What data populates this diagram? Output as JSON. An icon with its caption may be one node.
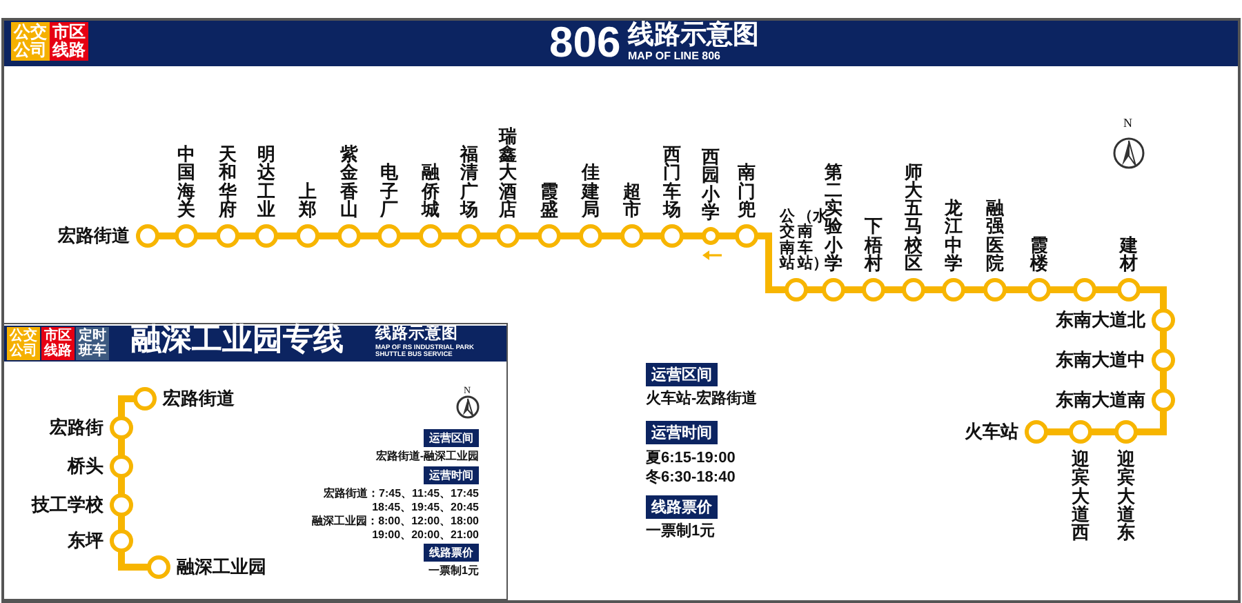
{
  "diagram": {
    "title": "806",
    "nodes": [
      {
        "text": [
          "宏路街道"
        ]
      },
      {
        "text": [
          "中国海关"
        ]
      },
      {
        "text": [
          "天和华府"
        ]
      },
      {
        "text": [
          "明达工业"
        ]
      },
      {
        "text": [
          "上郑"
        ]
      },
      {
        "text": [
          "紫金香山"
        ]
      },
      {
        "text": [
          "电子厂"
        ]
      },
      {
        "text": [
          "融侨城"
        ]
      },
      {
        "text": [
          "福清广场"
        ]
      },
      {
        "text": [
          "瑞鑫大酒店"
        ]
      },
      {
        "text": [
          "霞盛"
        ]
      },
      {
        "text": [
          "佳建局"
        ]
      },
      {
        "text": [
          "超市"
        ]
      },
      {
        "text": [
          "西门车场"
        ]
      },
      {
        "text": [
          "西园小学"
        ]
      },
      {
        "text": [
          "南门兜"
        ]
      },
      {
        "text": [
          "公交南站",
          "（水南车站）"
        ]
      },
      {
        "text": [
          "第二实验小学"
        ]
      },
      {
        "text": [
          "下梧村"
        ]
      },
      {
        "text": [
          "师大五马校区"
        ]
      },
      {
        "text": [
          "龙江中学"
        ]
      },
      {
        "text": [
          "融强医院"
        ]
      },
      {
        "text": [
          "霞楼"
        ]
      },
      {
        "text": [],
        "shape": "circle"
      },
      {
        "text": [
          "建材"
        ]
      },
      {
        "text": [
          "东南大道北"
        ]
      },
      {
        "text": [
          "东南大道中"
        ]
      },
      {
        "text": [
          "东南大道南"
        ]
      },
      {
        "text": [
          "迎宾大道东"
        ]
      },
      {
        "text": [
          "迎宾大道西"
        ]
      },
      {
        "text": [
          "火车站"
        ]
      },
      {
        "text": [
          "宏路街道"
        ]
      },
      {
        "text": [
          "宏路街"
        ]
      },
      {
        "text": [
          "桥头"
        ]
      },
      {
        "text": [
          "技工学校"
        ]
      },
      {
        "text": [
          "东坪"
        ]
      },
      {
        "text": [
          "融深工业园"
        ]
      }
    ],
    "edges": [
      {
        "from": 0,
        "to": 1,
        "arrow": "none"
      },
      {
        "from": 1,
        "to": 2,
        "arrow": "none"
      },
      {
        "from": 2,
        "to": 3,
        "arrow": "none"
      },
      {
        "from": 3,
        "to": 4,
        "arrow": "none"
      },
      {
        "from": 4,
        "to": 5,
        "arrow": "none"
      },
      {
        "from": 5,
        "to": 6,
        "arrow": "none"
      },
      {
        "from": 6,
        "to": 7,
        "arrow": "none"
      },
      {
        "from": 7,
        "to": 8,
        "arrow": "none"
      },
      {
        "from": 8,
        "to": 9,
        "arrow": "none"
      },
      {
        "from": 9,
        "to": 10,
        "arrow": "none"
      },
      {
        "from": 10,
        "to": 11,
        "arrow": "none"
      },
      {
        "from": 11,
        "to": 12,
        "arrow": "none"
      },
      {
        "from": 12,
        "to": 13,
        "arrow": "none"
      },
      {
        "from": 13,
        "to": 14,
        "arrow": "none"
      },
      {
        "from": 14,
        "to": 15,
        "arrow": "none"
      },
      {
        "from": 15,
        "to": 16,
        "arrow": "none"
      },
      {
        "from": 16,
        "to": 17,
        "arrow": "none"
      },
      {
        "from": 17,
        "to": 18,
        "arrow": "none"
      },
      {
        "from": 18,
        "to": 19,
        "arrow": "none"
      },
      {
        "from": 19,
        "to": 20,
        "arrow": "none"
      },
      {
        "from": 20,
        "to": 21,
        "arrow": "none"
      },
      {
        "from": 21,
        "to": 22,
        "arrow": "none"
      },
      {
        "from": 22,
        "to": 23,
        "arrow": "none"
      },
      {
        "from": 23,
        "to": 24,
        "arrow": "none"
      },
      {
        "from": 24,
        "to": 25,
        "arrow": "none"
      },
      {
        "from": 25,
        "to": 26,
        "arrow": "none"
      },
      {
        "from": 26,
        "to": 27,
        "arrow": "none"
      },
      {
        "from": 27,
        "to": 28,
        "arrow": "none"
      },
      {
        "from": 28,
        "to": 29,
        "arrow": "none"
      },
      {
        "from": 29,
        "to": 30,
        "arrow": "none"
      },
      {
        "from": 31,
        "to": 32,
        "arrow": "none"
      },
      {
        "from": 32,
        "to": 33,
        "arrow": "none"
      },
      {
        "from": 33,
        "to": 34,
        "arrow": "none"
      },
      {
        "from": 34,
        "to": 35,
        "arrow": "none"
      },
      {
        "from": 35,
        "to": 36,
        "arrow": "none"
      }
    ],
    "labels": [
      "公交公司",
      "市区线路",
      "线路示意图",
      "MAP OF LINE 806",
      "N",
      "运营区间",
      "火车站-宏路街道",
      "运营时间",
      "夏6:15-19:00",
      "冬6:30-18:40",
      "线路票价",
      "一票制1元",
      "公交公司",
      "市区线路",
      "定时班车",
      "融深工业园专线",
      "线路示意图",
      "MAP OF RS INDUSTRIAL PARK SHUTTLE BUS SERVICE",
      "N",
      "运营区间",
      "宏路街道-融深工业园",
      "运营时间",
      "宏路街道：7:45、11:45、17:45",
      "18:45、19:45、20:45",
      "融深工业园：8:00、12:00、18:00",
      "19:00、20:00、21:00",
      "线路票价",
      "一票制1元"
    ]
  }
}
